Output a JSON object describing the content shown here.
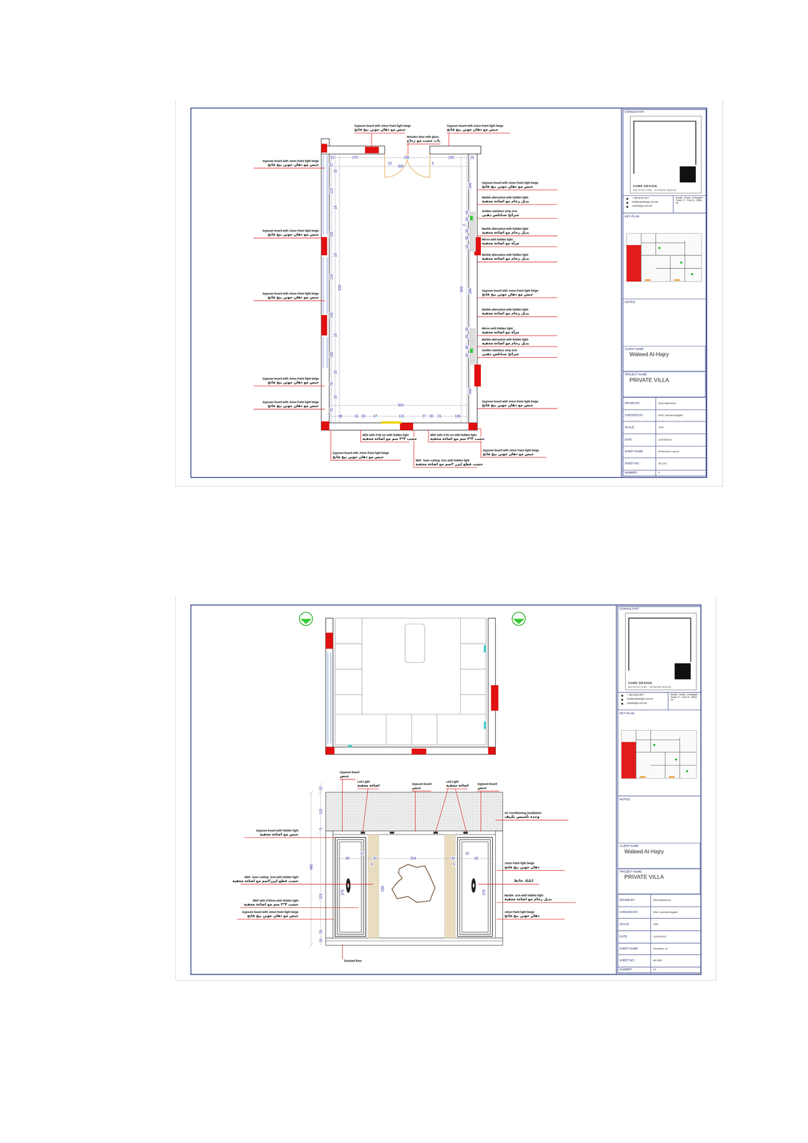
{
  "diagram": {
    "nodes": [
      {
        "text": [
          "CUBE DESIGN",
          "ARCHITECTURE . INTERIOR DESIGN"
        ]
      },
      {
        "text": [
          "CLIENT NAME:",
          "Waleed Al-Hajry"
        ]
      },
      {
        "text": [
          "PROJECT NAME:",
          "PRIVATE VILLA"
        ]
      },
      {
        "text": [
          "CUBE DESIGN",
          "ARCHITECTURE . INTERIOR DESIGN"
        ]
      },
      {
        "text": [
          "CLIENT NAME:",
          "Waleed Al-Hajry"
        ]
      },
      {
        "text": [
          "PROJECT NAME:",
          "PRIVATE VILLA"
        ]
      }
    ],
    "labels": [
      "Gypsum board with Jotun Paint light beige",
      "جبس مع دهان جوتن بيج فاتح",
      "Gypsum board with Jotun Paint light beige",
      "جبس مع دهان جوتن بيج فاتح",
      "Wooden door with glass",
      "باب خشب مع زجاج",
      "Gypsum board with Jotun Paint light beige",
      "جبس مع دهان جوتن بيج فاتح",
      "Gypsum board with Jotun Paint light beige",
      "جبس مع دهان جوتن بيج فاتح",
      "Gypsum board with Jotun Paint light beige",
      "جبس مع دهان جوتن بيج فاتح",
      "Gypsum board with Jotun Paint light beige",
      "جبس مع دهان جوتن بيج فاتح",
      "Gypsum board with Jotun Paint light beige",
      "جبس مع دهان جوتن بيج فاتح",
      "Gypsum board with Jotun Paint light beige",
      "جبس مع دهان جوتن بيج فاتح",
      "Marble alternative with hidden light",
      "بديل رخام مع اضاءة مخفية",
      "Golden stainless strip 2cm",
      "شرائح ستانلس ذهبي",
      "Marble alternative with hidden light",
      "بديل رخام مع اضاءة مخفية",
      "Mirror with hidden light",
      "مرآة مع اضاءة مخفية",
      "Marble alternative with hidden light",
      "بديل رخام مع اضاءة مخفية",
      "Gypsum board with Jotun Paint light beige",
      "جبس مع دهان جوتن بيج فاتح",
      "Marble alternative with hidden light",
      "بديل رخام مع اضاءة مخفية",
      "Mirror with hidden light",
      "مرآة مع اضاءة مخفية",
      "Marble alternative with hidden light",
      "بديل رخام مع اضاءة مخفية",
      "Golden stainless strip 2cm",
      "شرائح ستانلس ذهبي",
      "Gypsum board with Jotun Paint light beige",
      "جبس مع دهان جوتن بيج فاتح",
      "MDF with 2*30 cm with hidden light",
      "خشب ٣*٢ سم مع اضاءة مخفية",
      "MDF with 2*30 cm with hidden light",
      "خشب ٣*٢ سم مع اضاءة مخفية",
      "Gypsum board with Jotun Paint light beige",
      "جبس مع دهان جوتن بيج فاتح",
      "MDF  laser cutting  2cm with hidden light",
      "خشب قطع ليزر ٢سم مع اضاءة مخفية",
      "Gypsum board with Jotun Paint light beige",
      "جبس مع دهان جوتن بيج فاتح",
      "10",
      "170",
      "185",
      "130",
      "15",
      "12",
      "500",
      "5",
      "57",
      "10",
      "110",
      "10",
      "155",
      "10",
      "110",
      "920",
      "140",
      "10",
      "100",
      "10",
      "79",
      "10",
      "79",
      "200",
      "10",
      "20",
      "2",
      "20",
      "38",
      "10",
      "920",
      "200",
      "20",
      "20",
      "38",
      "20",
      "200",
      "500",
      "98",
      "15",
      "30",
      "47",
      "131",
      "27",
      "30",
      "15",
      "106",
      "CONSULTANT",
      "+ 965 6005 3577",
      "info@cubedesign.com.kw",
      "cubedesign.com.kw",
      "kuwait - Sharq - Al Awqaaf - Tower 17 - Floor 8 - Office 24",
      "KEY PLAN:",
      "NOTES:",
      "DRAWN BY:",
      "Dina Mahmoud",
      "CHECKED BY:",
      "ENG. Asmaa Bogaith",
      "SCALE:",
      "1/50",
      "DATE:",
      "12/03/2023",
      "SHEET NAME:",
      "Dimension Layout",
      "SHEET NO. :",
      "3D-102",
      "NUMBER :",
      "4",
      "Gypsum board",
      "جبس",
      "Led Light",
      "اضاءة مخفية",
      "Gypsum board",
      "جبس",
      "Led Light",
      "اضاءة مخفية",
      "Gypsum board",
      "جبس",
      "Air Conditioning installation",
      "وحدة تأسيس تكييف",
      "Gypsum board with hidden light",
      "جبس مع اضاءة مخفية",
      "MDF  laser cutting  2cm with hidden light",
      "خشب قطع ليزر٢سم مع اضاءة مخفية",
      "MDF with 2*30cm with hidden light",
      "خشب ٣*٢ سم مع اضاءة مخفية",
      "Gypsum board with Jotun Paint light beige",
      "جبس مع دهان جوتن بيج فاتح",
      "Jotun Paint light beige",
      "دهان جوتن بيج فاتح",
      "ابليك حائط",
      "Marble  2cm with hidden light",
      "بديل رخام مع اضاءة مخفية",
      "Jotun Paint light beige",
      "دهان جوتن بيج فاتح",
      "finished floor",
      "15",
      "110",
      "5",
      "480",
      "315",
      "15",
      "10",
      "90",
      "10",
      "30",
      "5",
      "204",
      "30",
      "5",
      "10",
      "82",
      "275",
      "330",
      "275",
      "CONSULTANT",
      "+ 965 6005 3577",
      "info@cubedesign.com.kw",
      "cubedesign.com.kw",
      "kuwait - Sharq - Al Awqaaf - Tower 17 - Floor 8 - Office 24",
      "KEY PLAN:",
      "NOTES:",
      "DRAWN BY:",
      "Dina Mahmoud",
      "CHECKED BY:",
      "ENG. Asmaa Bogaith",
      "SCALE:",
      "1/50",
      "DATE:",
      "12/03/2023",
      "SHEET NAME:",
      "Elevation -A-",
      "SHEET NO. :",
      "AR-500",
      "NUMBER :",
      "10"
    ]
  }
}
